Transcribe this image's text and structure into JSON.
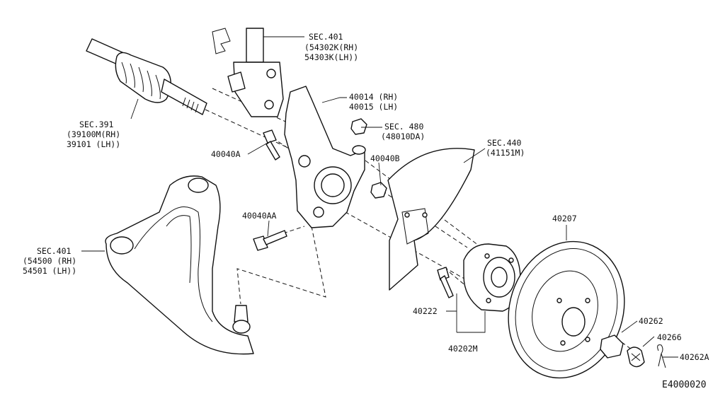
{
  "labels": {
    "strut_sec": "SEC.401",
    "strut_rh": "(54302K(RH)",
    "strut_lh": " 54303K(LH))",
    "knuckle_rh": "40014 (RH)",
    "knuckle_lh": "40015 (LH)",
    "nut_sec": "SEC. 480",
    "nut_part": "(48010DA)",
    "shaft_sec": "SEC.391",
    "shaft_rh": "(39100M(RH)",
    "shaft_lh": " 39101 (LH))",
    "bolt_a": "40040A",
    "nut_b": "40040B",
    "shield_sec": "SEC.440",
    "shield_part": "(41151M)",
    "rotor": "40207",
    "bolt_aa": "40040AA",
    "arm_sec": "SEC.401",
    "arm_rh": "(54500 (RH)",
    "arm_lh": " 54501 (LH))",
    "hub_bolt": "40222",
    "hub_assy": "40202M",
    "hub_nut": "40262",
    "nut_cap": "40266",
    "cotter_pin": "40262A"
  },
  "diagram_code": "E4000020"
}
